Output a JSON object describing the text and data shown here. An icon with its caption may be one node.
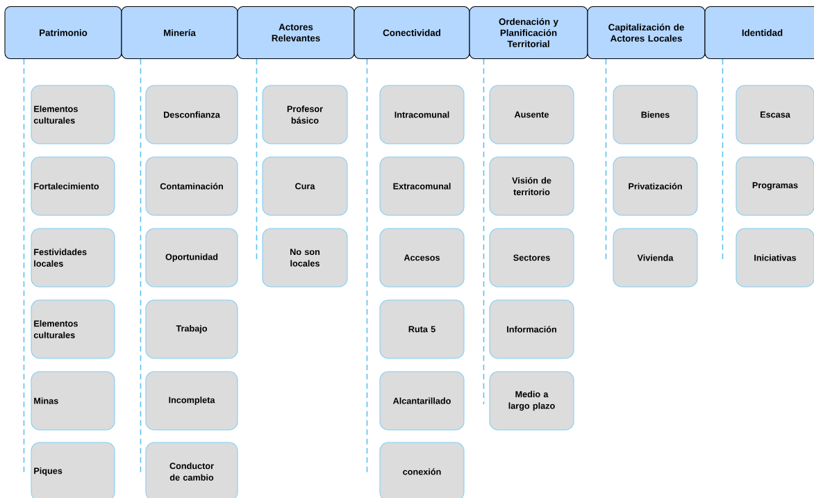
{
  "diagram": {
    "nodes": [
      {
        "text": [
          "Patrimonio"
        ]
      },
      {
        "text": [
          "Elementos culturales"
        ]
      },
      {
        "text": [
          "Fortalecimiento"
        ]
      },
      {
        "text": [
          "Festividades locales"
        ]
      },
      {
        "text": [
          "Elementos culturales"
        ]
      },
      {
        "text": [
          "Minas"
        ]
      },
      {
        "text": [
          "Piques"
        ]
      },
      {
        "text": [
          "Minería"
        ]
      },
      {
        "text": [
          "Desconfianza"
        ]
      },
      {
        "text": [
          "Contaminación"
        ]
      },
      {
        "text": [
          "Oportunidad"
        ]
      },
      {
        "text": [
          "Trabajo"
        ]
      },
      {
        "text": [
          "Incompleta"
        ]
      },
      {
        "text": [
          "Conductor de cambio"
        ]
      },
      {
        "text": [
          "Actores Relevantes"
        ]
      },
      {
        "text": [
          "Profesor básico"
        ]
      },
      {
        "text": [
          "Cura"
        ]
      },
      {
        "text": [
          "No son locales"
        ]
      },
      {
        "text": [
          "Conectividad"
        ]
      },
      {
        "text": [
          "Intracomunal"
        ]
      },
      {
        "text": [
          "Extracomunal"
        ]
      },
      {
        "text": [
          "Accesos"
        ]
      },
      {
        "text": [
          "Ruta 5"
        ]
      },
      {
        "text": [
          "Alcantarillado"
        ]
      },
      {
        "text": [
          "conexión"
        ]
      },
      {
        "text": [
          "Ordenación y Planificación Territorial"
        ]
      },
      {
        "text": [
          "Ausente"
        ]
      },
      {
        "text": [
          "Visión de territorio"
        ]
      },
      {
        "text": [
          "Sectores"
        ]
      },
      {
        "text": [
          "Información"
        ]
      },
      {
        "text": [
          "Medio a largo plazo"
        ]
      },
      {
        "text": [
          "Capitalización de Actores Locales"
        ]
      },
      {
        "text": [
          "Bienes"
        ]
      },
      {
        "text": [
          "Privatización"
        ]
      },
      {
        "text": [
          "Vivienda"
        ]
      },
      {
        "text": [
          "Identidad"
        ]
      },
      {
        "text": [
          "Escasa"
        ]
      },
      {
        "text": [
          "Programas"
        ]
      },
      {
        "text": [
          "Iniciativas"
        ]
      }
    ],
    "edges": [
      {
        "from": 0,
        "to": 6,
        "arrow": "none",
        "style": "dashed"
      },
      {
        "from": 7,
        "to": 13,
        "arrow": "none",
        "style": "dashed"
      },
      {
        "from": 14,
        "to": 17,
        "arrow": "none",
        "style": "dashed"
      },
      {
        "from": 18,
        "to": 24,
        "arrow": "none",
        "style": "dashed"
      },
      {
        "from": 25,
        "to": 30,
        "arrow": "none",
        "style": "dashed"
      },
      {
        "from": 31,
        "to": 34,
        "arrow": "none",
        "style": "dashed"
      },
      {
        "from": 35,
        "to": 38,
        "arrow": "none",
        "style": "dashed"
      }
    ]
  }
}
